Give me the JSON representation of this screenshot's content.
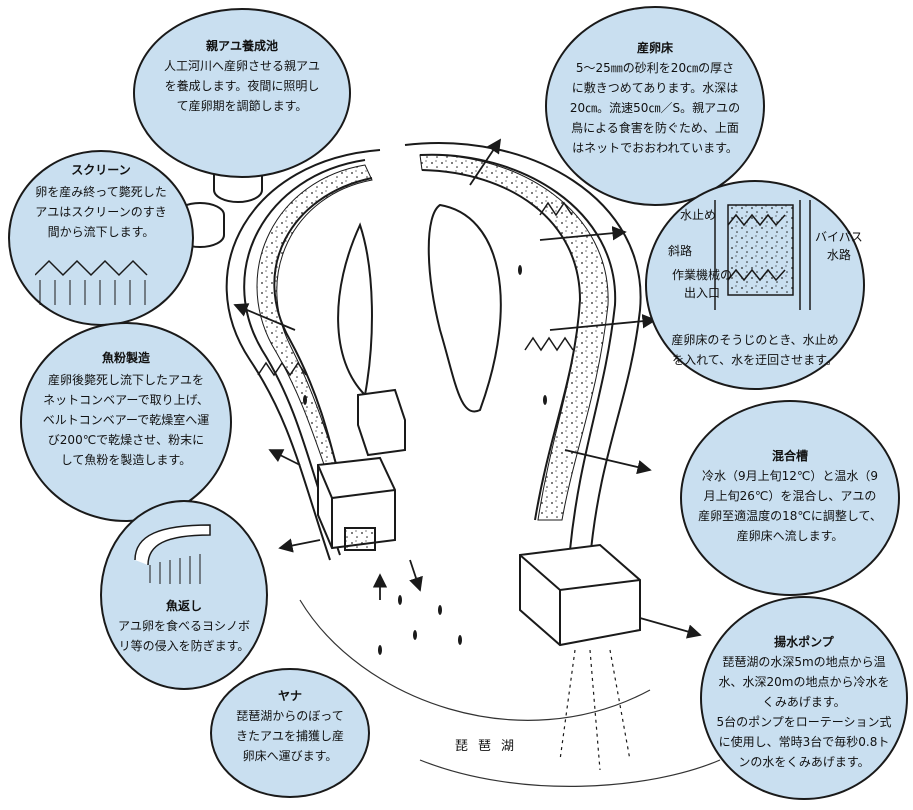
{
  "bubbles": {
    "oya": {
      "title": "親アユ養成池",
      "body": "人工河川へ産卵させる親アユ\nを養成します。夜間に照明し\nて産卵期を調節します。"
    },
    "screen": {
      "title": "スクリーン",
      "body": "卵を産み終って斃死した\nアユはスクリーンのすき\n間から流下します。"
    },
    "gyofun": {
      "title": "魚粉製造",
      "body": "産卵後斃死し流下したアユを\nネットコンベアーで取り上げ、\nベルトコンベアーで乾燥室へ運\nび200℃で乾燥させ、粉末に\nして魚粉を製造します。"
    },
    "uogaeshi": {
      "title": "魚返し",
      "body": "アユ卵を食べるヨシノボ\nリ等の侵入を防ぎます。"
    },
    "yana": {
      "title": "ヤナ",
      "body": "琵琶湖からのぼって\nきたアユを捕獲し産\n卵床へ運びます。"
    },
    "sanrandoko": {
      "title": "産卵床",
      "body": "5～25㎜の砂利を20㎝の厚さ\nに敷きつめてあります。水深は\n20㎝。流速50㎝／S。親アユの\n鳥による食害を防ぐため、上面\nはネットでおおわれています。"
    },
    "bypass": {
      "labels": [
        "水止め",
        "バイパス\n水路",
        "斜路",
        "作業機械の\n出入口"
      ],
      "body": "産卵床のそうじのとき、水止め\nを入れて、水を迂回させます。"
    },
    "kongou": {
      "title": "混合槽",
      "body": "冷水（9月上旬12℃）と温水（9\n月上旬26℃）を混合し、アユの\n産卵至適温度の18℃に調整して、\n産卵床へ流します。"
    },
    "pump": {
      "title": "揚水ポンプ",
      "body": "琵琶湖の水深5mの地点から温\n水、水深20mの地点から冷水を\nくみあげます。\n5台のポンプをローテーション式\nに使用し、常時3台で毎秒0.8ト\nンの水をくみあげます。"
    }
  },
  "lake_label": "琵琶湖",
  "colors": {
    "bubble_fill": "#c9dff0",
    "line": "#1a1a1a"
  }
}
